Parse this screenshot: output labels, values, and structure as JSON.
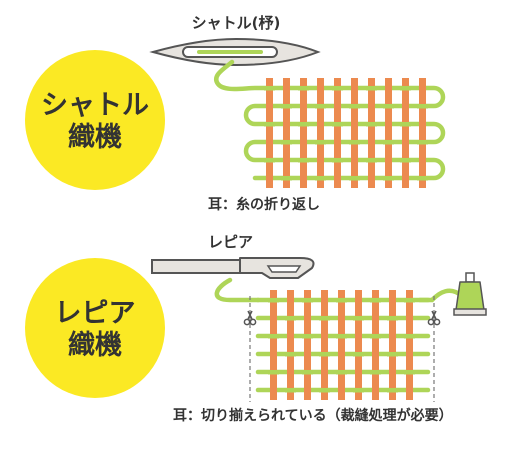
{
  "colors": {
    "badge": "#fbe924",
    "weft": "#aed558",
    "warp": "#ec8a4f",
    "tool_fill": "#e7e4df",
    "tool_stroke": "#555555",
    "cone": "#aed558",
    "text": "#333333"
  },
  "shuttle_section": {
    "badge_line1": "シャトル",
    "badge_line2": "織機",
    "tool_label": "シャトル(杼)",
    "selvedge_label": "耳：糸の折り返し"
  },
  "rapier_section": {
    "badge_line1": "レピア",
    "badge_line2": "織機",
    "tool_label": "レピア",
    "selvedge_label": "耳：切り揃えられている（裁縫処理が必要）",
    "cut_icons": [
      "scissors-icon",
      "scissors-icon"
    ],
    "yarn_icon": "yarn-cone-icon"
  }
}
